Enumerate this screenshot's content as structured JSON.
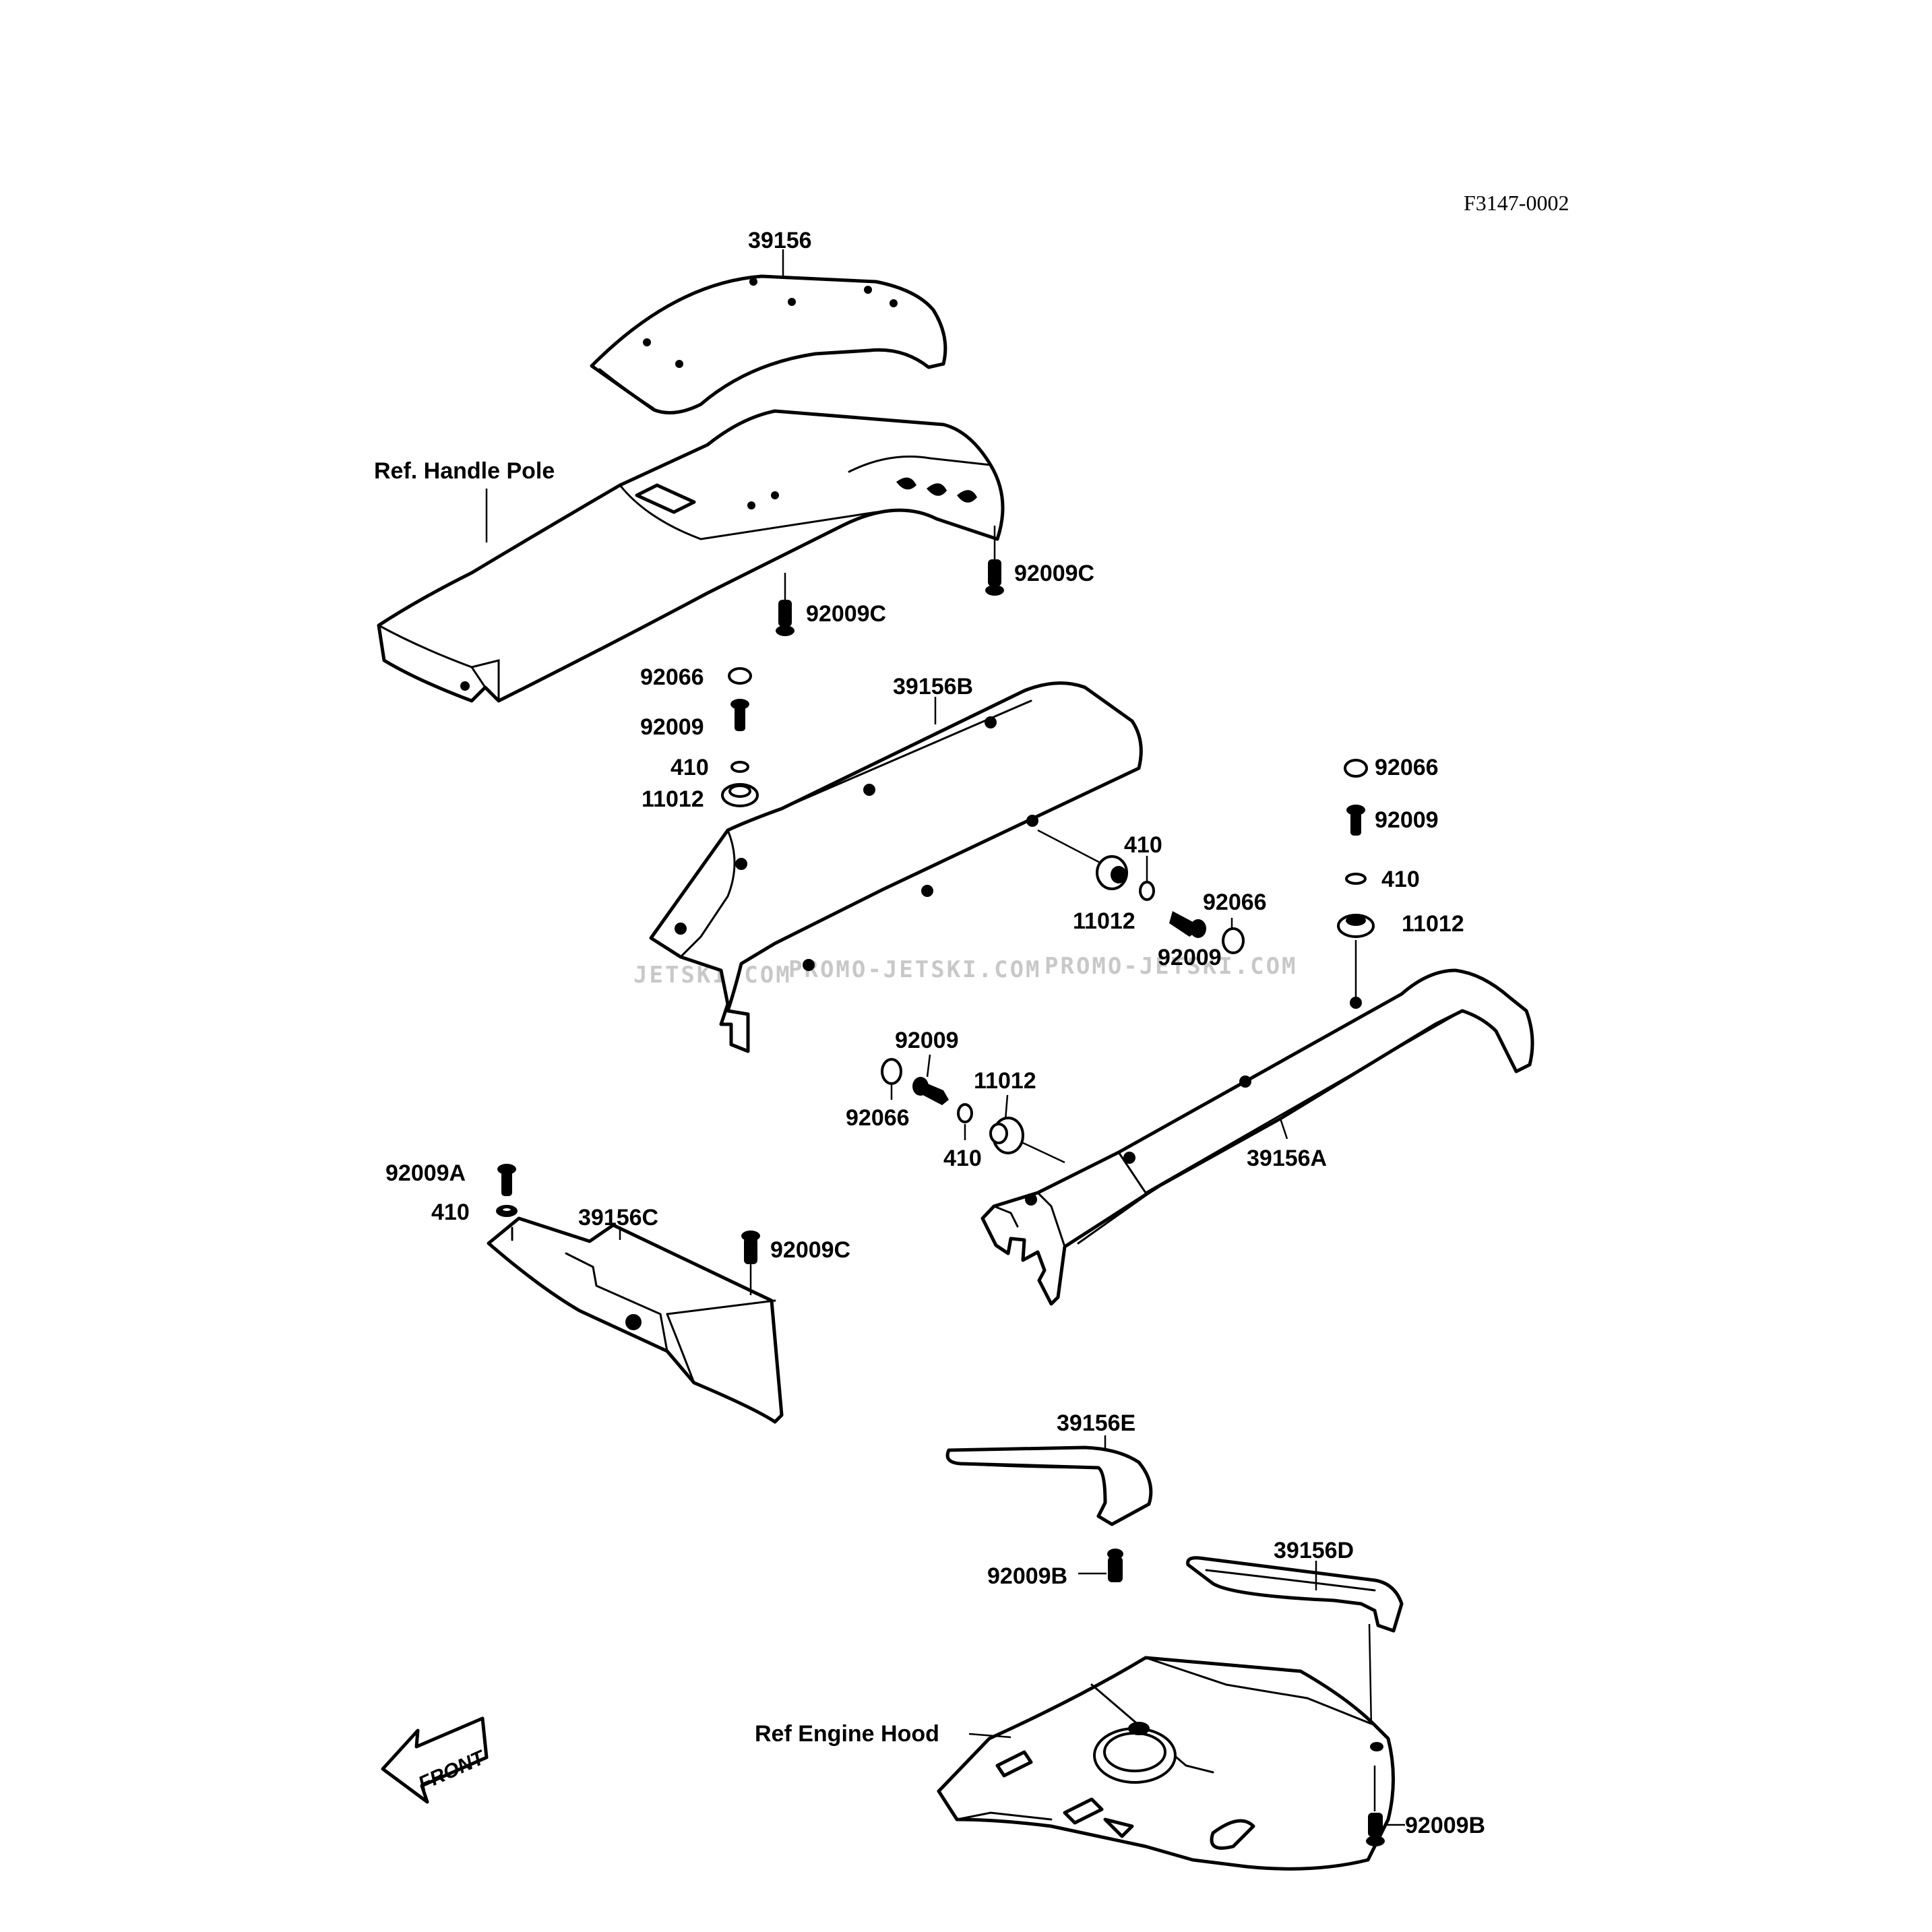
{
  "figure_code": "F3147-0002",
  "watermarks": [
    "JETSKI.COM",
    "PROMO-JETSKI.COM",
    "PROMO-JETSKI.COM"
  ],
  "front_arrow_label": "FRONT",
  "labels": {
    "p39156": "39156",
    "ref_handle_pole": "Ref. Handle Pole",
    "p92009c_a": "92009C",
    "p92009c_b": "92009C",
    "p92066_a": "92066",
    "p92009_a": "92009",
    "p410_a": "410",
    "p11012_a": "11012",
    "p39156b": "39156B",
    "p410_b": "410",
    "p11012_b": "11012",
    "p92066_b": "92066",
    "p92009_b": "92009",
    "p92066_c": "92066",
    "p92009_c": "92009",
    "p410_c": "410",
    "p11012_c": "11012",
    "p92009_d": "92009",
    "p92066_d": "92066",
    "p11012_d": "11012",
    "p410_d": "410",
    "p39156a": "39156A",
    "p92009a": "92009A",
    "p410_e": "410",
    "p39156c": "39156C",
    "p92009c_c": "92009C",
    "p39156e": "39156E",
    "p92009b_a": "92009B",
    "p39156d": "39156D",
    "ref_engine_hood": "Ref Engine Hood",
    "p92009b_b": "92009B"
  }
}
